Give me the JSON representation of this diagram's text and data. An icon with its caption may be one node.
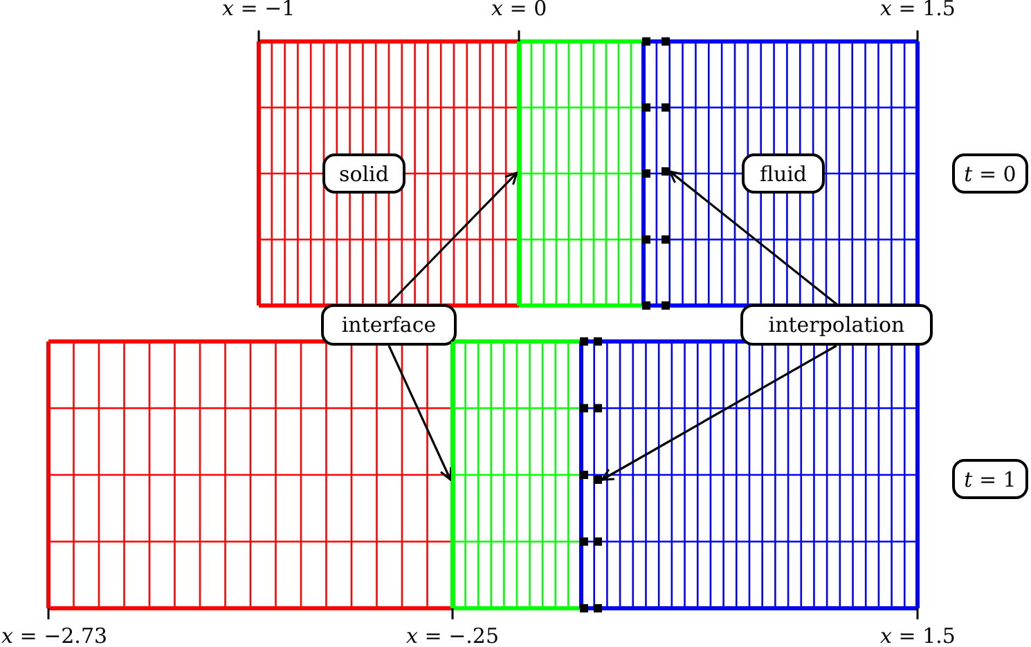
{
  "diagram": {
    "nodes": [
      {
        "text": [
          "solid"
        ]
      },
      {
        "text": [
          "fluid"
        ]
      },
      {
        "text": [
          "*t* = 0"
        ]
      },
      {
        "text": [
          "interface"
        ]
      },
      {
        "text": [
          "interpolation"
        ]
      },
      {
        "text": [
          "*t* = 1"
        ]
      },
      {
        "text": [],
        "shape": "bar"
      },
      {
        "text": [],
        "shape": "box"
      },
      {
        "text": [],
        "shape": "bar"
      },
      {
        "text": [],
        "shape": "box"
      }
    ],
    "edges": [
      {
        "from": 3,
        "to": 6,
        "arrow": "to"
      },
      {
        "from": 3,
        "to": 8,
        "arrow": "to"
      },
      {
        "from": 4,
        "to": 7,
        "arrow": "to"
      },
      {
        "from": 4,
        "to": 9,
        "arrow": "to"
      }
    ],
    "labels": [
      "*x* = −1",
      "*x* = 0",
      "*x* = 1.5",
      "*x* = −2.73",
      "*x* = −.25",
      "*x* = 1.5"
    ]
  }
}
